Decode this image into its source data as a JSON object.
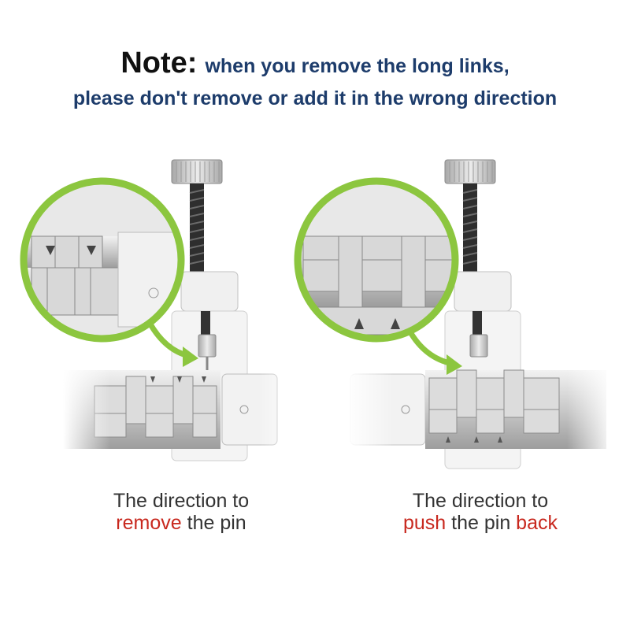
{
  "header": {
    "note_label": "Note:",
    "line1": "when you remove the long links,",
    "line2": "please don't remove or add it in the wrong direction"
  },
  "captions": {
    "left": {
      "line1": "The direction to",
      "highlight": "remove",
      "rest": " the pin"
    },
    "right": {
      "line1": "The direction to",
      "highlight1": "push",
      "middle": " the pin ",
      "highlight2": "back"
    }
  },
  "colors": {
    "accent_green": "#8cc63f",
    "note_blue": "#1d3c6b",
    "highlight_red": "#c8281e"
  },
  "icons": [
    "arrow-down-icon",
    "arrow-up-icon",
    "curved-arrow-icon"
  ]
}
